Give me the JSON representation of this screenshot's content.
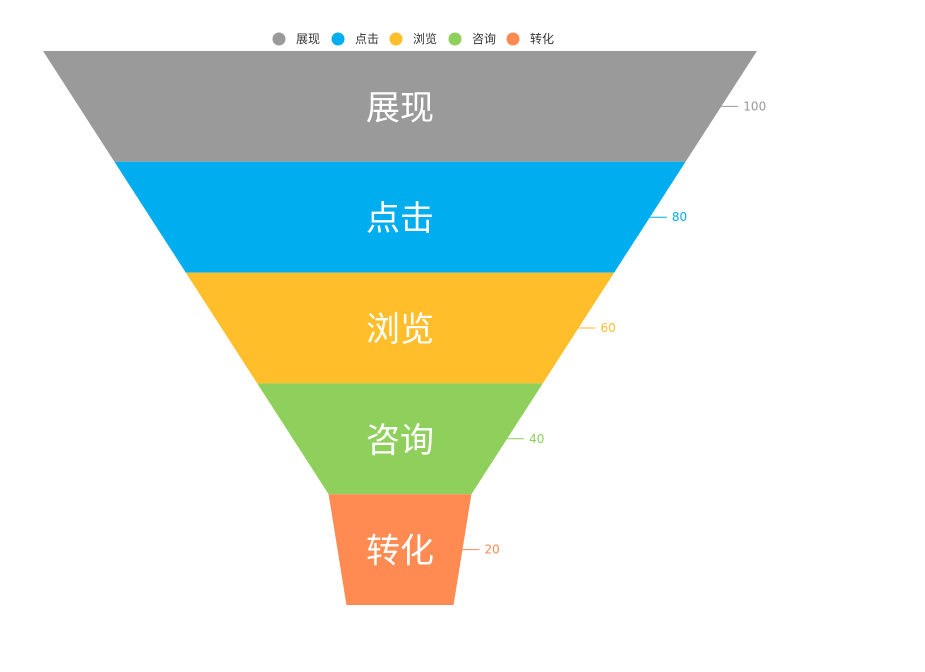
{
  "chart_data": {
    "type": "funnel",
    "series": [
      {
        "name": "展现",
        "value": 100,
        "color": "#9a9a9a"
      },
      {
        "name": "点击",
        "value": 80,
        "color": "#00aeef"
      },
      {
        "name": "浏览",
        "value": 60,
        "color": "#ffbe2a"
      },
      {
        "name": "咨询",
        "value": 40,
        "color": "#8ed05b"
      },
      {
        "name": "转化",
        "value": 20,
        "color": "#ff8a52"
      }
    ],
    "legend": {
      "position": "top",
      "items": [
        "展现",
        "点击",
        "浏览",
        "咨询",
        "转化"
      ]
    },
    "value_labels": [
      "100",
      "80",
      "60",
      "40",
      "20"
    ],
    "ylim": [
      0,
      100
    ]
  }
}
